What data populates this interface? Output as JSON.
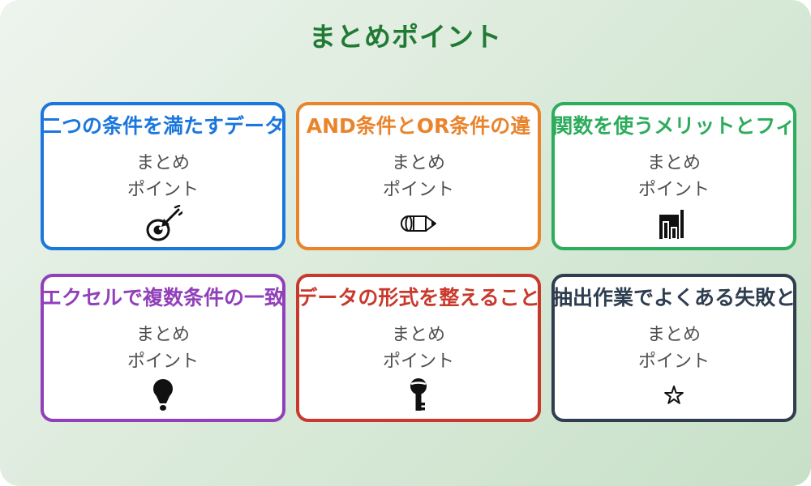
{
  "page": {
    "title": "まとめポイント",
    "title_color": "#217a33",
    "background_gradient": [
      "#eef4ee",
      "#c7e0c7"
    ],
    "card_background": "#ffffff",
    "subtitle_color": "#4f4f4f"
  },
  "cards": [
    {
      "title": "二つの条件を満たすデータ",
      "line1": "まとめ",
      "line2": "ポイント",
      "color": "#1b76dd",
      "icon": "target-dart-icon"
    },
    {
      "title": "AND条件とOR条件の違",
      "line1": "まとめ",
      "line2": "ポイント",
      "color": "#ea842c",
      "icon": "pencil-icon"
    },
    {
      "title": "関数を使うメリットとフィ",
      "line1": "まとめ",
      "line2": "ポイント",
      "color": "#2dad5c",
      "icon": "bar-chart-icon"
    },
    {
      "title": "エクセルで複数条件の一致",
      "line1": "まとめ",
      "line2": "ポイント",
      "color": "#9140ba",
      "icon": "lightbulb-icon"
    },
    {
      "title": "データの形式を整えること",
      "line1": "まとめ",
      "line2": "ポイント",
      "color": "#c8392c",
      "icon": "key-icon"
    },
    {
      "title": "抽出作業でよくある失敗と",
      "line1": "まとめ",
      "line2": "ポイント",
      "color": "#2e3e50",
      "icon": "star-icon"
    }
  ]
}
